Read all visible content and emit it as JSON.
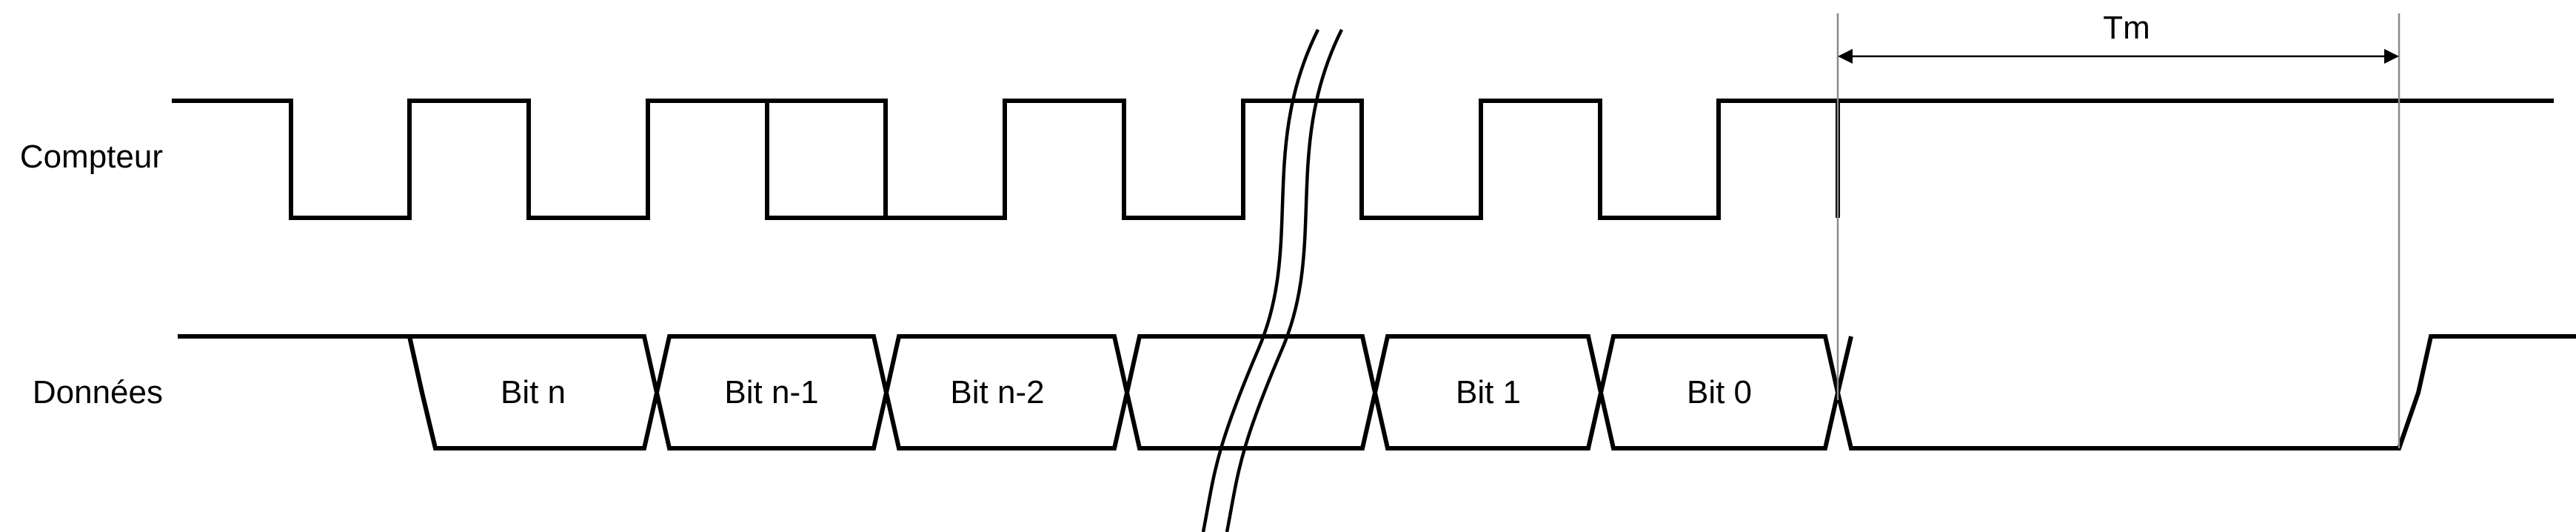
{
  "signals": {
    "counter_label": "Compteur",
    "data_label": "Données"
  },
  "data_cells": [
    "Bit n",
    "Bit n-1",
    "Bit n-2",
    "",
    "Bit 1",
    "Bit 0"
  ],
  "measurement": {
    "label": "Tm"
  }
}
